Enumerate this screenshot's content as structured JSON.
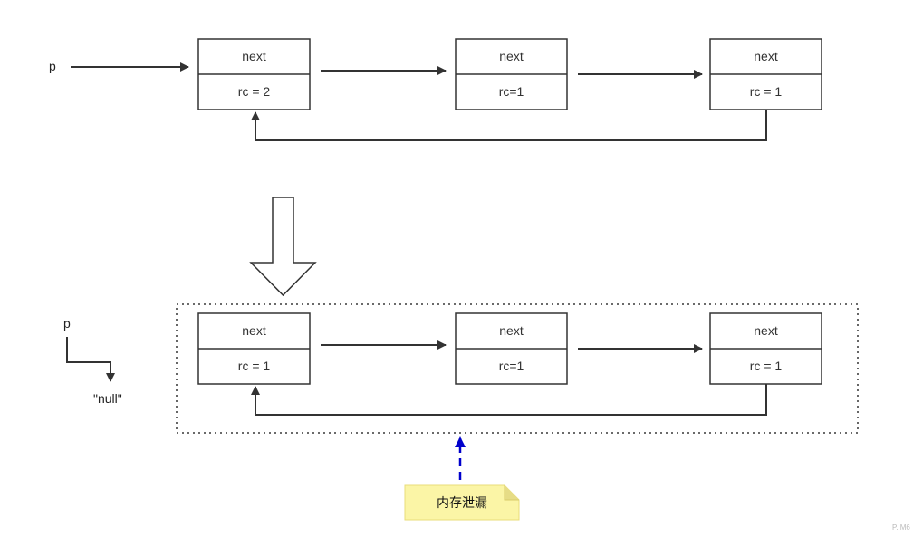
{
  "top": {
    "pointer_label": "p",
    "nodes": [
      {
        "next_label": "next",
        "rc_label": "rc = 2"
      },
      {
        "next_label": "next",
        "rc_label": "rc=1"
      },
      {
        "next_label": "next",
        "rc_label": "rc = 1"
      }
    ]
  },
  "bottom": {
    "pointer_label": "p",
    "null_label": "\"null\"",
    "nodes": [
      {
        "next_label": "next",
        "rc_label": "rc = 1"
      },
      {
        "next_label": "next",
        "rc_label": "rc=1"
      },
      {
        "next_label": "next",
        "rc_label": "rc = 1"
      }
    ]
  },
  "note": {
    "text": "内存泄漏",
    "fill_color": "#fbf5a6",
    "arrow_color": "#0000cc"
  },
  "watermark": "P. M6",
  "colors": {
    "stroke": "#333333",
    "node_fill": "#ffffff",
    "dotted_border": "#555555"
  }
}
